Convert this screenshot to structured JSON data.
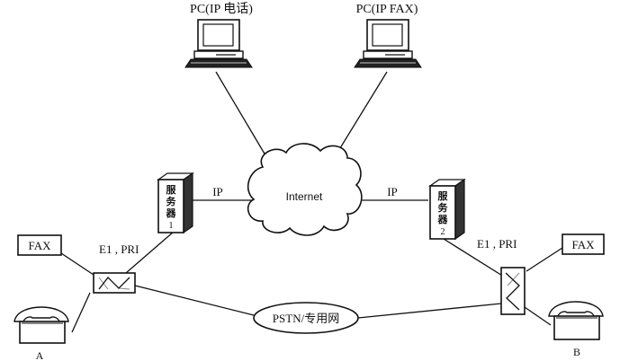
{
  "diagram": {
    "pc_phone_label": "PC(IP 电话)",
    "pc_fax_label": "PC(IP FAX)",
    "internet_label": "Internet",
    "ip_left_label": "IP",
    "ip_right_label": "IP",
    "server1_chars": [
      "服",
      "务",
      "器",
      "1"
    ],
    "server2_chars": [
      "服",
      "务",
      "器",
      "2"
    ],
    "link_left_label": "E1 , PRI",
    "link_right_label": "E1 , PRI",
    "fax_left_label": "FAX",
    "fax_right_label": "FAX",
    "pstn_label": "PSTN/专用网",
    "phone_a_label": "A",
    "phone_b_label": "B"
  }
}
